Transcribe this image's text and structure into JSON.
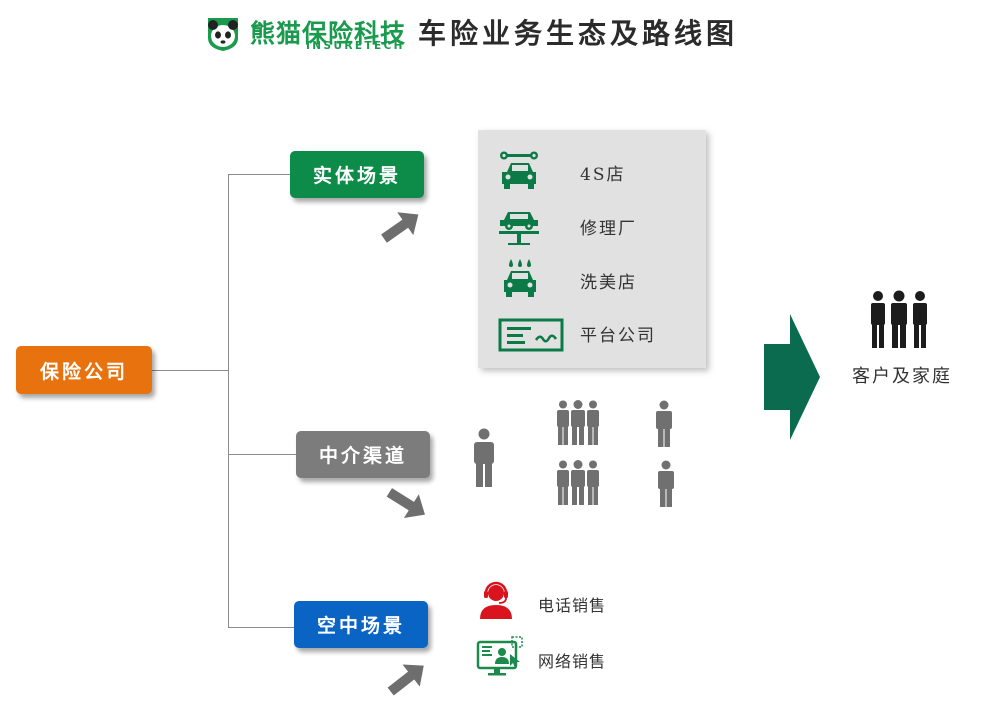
{
  "header": {
    "logo_cn": "熊猫保险科技",
    "logo_en": "INSURETECH",
    "title": "车险业务生态及路线图"
  },
  "nodes": {
    "insurer": "保险公司",
    "physical": "实体场景",
    "agency": "中介渠道",
    "online": "空中场景"
  },
  "physical_items": [
    {
      "label": "4S店",
      "icon": "car-service-icon"
    },
    {
      "label": "修理厂",
      "icon": "car-lift-icon"
    },
    {
      "label": "洗美店",
      "icon": "car-wash-icon"
    },
    {
      "label": "平台公司",
      "icon": "check-card-icon"
    }
  ],
  "online_items": [
    {
      "label": "电话销售",
      "icon": "headset-agent-icon"
    },
    {
      "label": "网络销售",
      "icon": "monitor-user-icon"
    }
  ],
  "target": "客户及家庭",
  "colors": {
    "insurer": "#e8730e",
    "physical": "#0c8b49",
    "agency": "#7c7c7c",
    "online": "#0a64c4",
    "arrow": "#0b6b4f",
    "brand": "#1a9a4c"
  }
}
